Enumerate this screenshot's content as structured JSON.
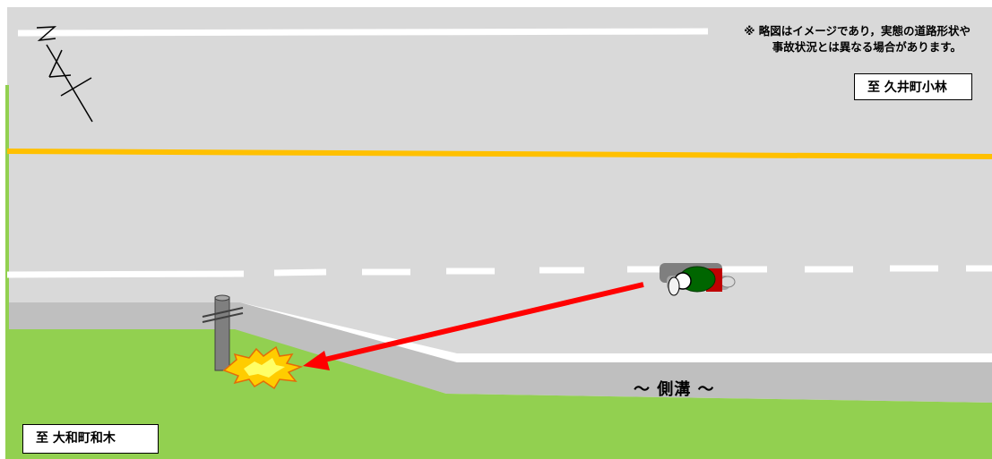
{
  "note": {
    "line1": "※ 略図はイメージであり，実態の道路形状や",
    "line2": "事故状況とは異なる場合があります。"
  },
  "destinations": {
    "top": "至 久井町小林",
    "bottom": "至 大和町和木"
  },
  "ditch_label": "～ 側溝 ～",
  "north_symbol": "N",
  "colors": {
    "road": "#d9d9d9",
    "ditch": "#bfbfbf",
    "grass": "#92d050",
    "center_line": "#ffc000",
    "lane_marking": "#ffffff",
    "arrow": "#ff0000",
    "pole": "#7f7f7f",
    "impact": "#ffcc00"
  }
}
